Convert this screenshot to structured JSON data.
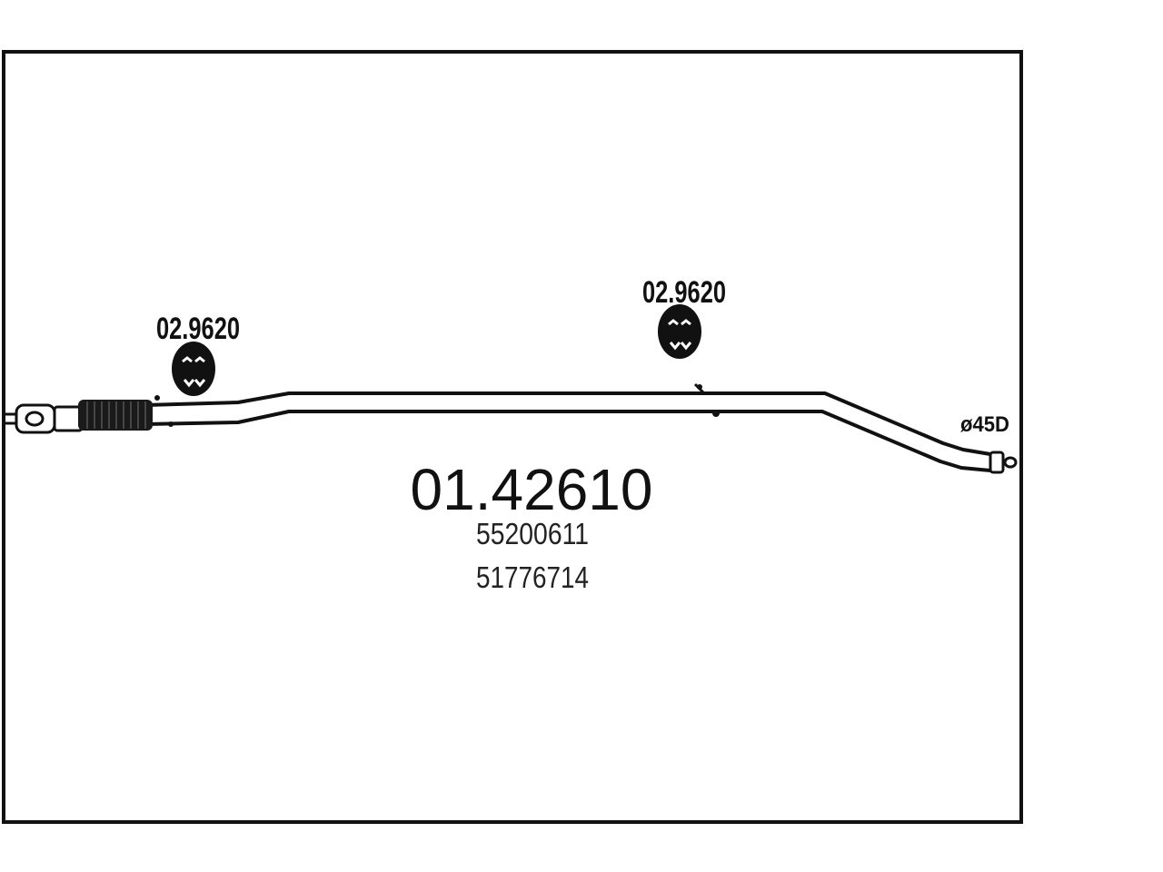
{
  "diagram": {
    "part_number": "01.42610",
    "oe_numbers": [
      "55200611",
      "51776714"
    ],
    "hanger_labels": [
      "02.9620",
      "02.9620"
    ],
    "pipe_diameter_label": "ø45D",
    "line_color": "#111111",
    "background_color": "#ffffff"
  }
}
